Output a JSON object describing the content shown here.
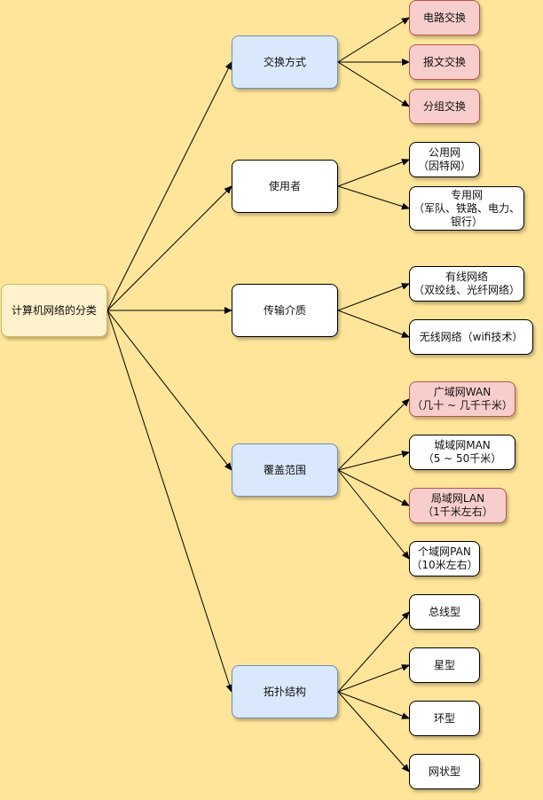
{
  "root": {
    "label": "计算机网络的分类"
  },
  "categories": [
    {
      "label": "交换方式"
    },
    {
      "label": "使用者"
    },
    {
      "label": "传输介质"
    },
    {
      "label": "覆盖范围"
    },
    {
      "label": "拓扑结构"
    }
  ],
  "leaves": {
    "switching": [
      {
        "label": "电路交换",
        "style": "red"
      },
      {
        "label": "报文交换",
        "style": "red"
      },
      {
        "label": "分组交换",
        "style": "red"
      }
    ],
    "users": [
      {
        "label": "公用网\n（因特网）",
        "style": "white"
      },
      {
        "label": "专用网\n（军队、铁路、电力、\n银行）",
        "style": "white"
      }
    ],
    "medium": [
      {
        "label": "有线网络\n（双绞线、光纤网络）",
        "style": "white"
      },
      {
        "label": "无线网络（wifi技术）",
        "style": "white"
      }
    ],
    "coverage": [
      {
        "label": "广域网WAN\n（几十 ~ 几千千米）",
        "style": "red"
      },
      {
        "label": "城域网MAN\n（5 ~ 50千米）",
        "style": "white"
      },
      {
        "label": "局域网LAN\n（1千米左右）",
        "style": "red"
      },
      {
        "label": "个域网PAN\n（10米左右）",
        "style": "white"
      }
    ],
    "topology": [
      {
        "label": "总线型",
        "style": "white"
      },
      {
        "label": "星型",
        "style": "white"
      },
      {
        "label": "环型",
        "style": "white"
      },
      {
        "label": "网状型",
        "style": "white"
      }
    ]
  },
  "colors": {
    "background": "#FFE599",
    "root_fill": "#FFF2CC",
    "category_fill": "#DAE8FC",
    "leaf_white_fill": "#FFFFFF",
    "leaf_red_fill": "#F8CECC"
  }
}
